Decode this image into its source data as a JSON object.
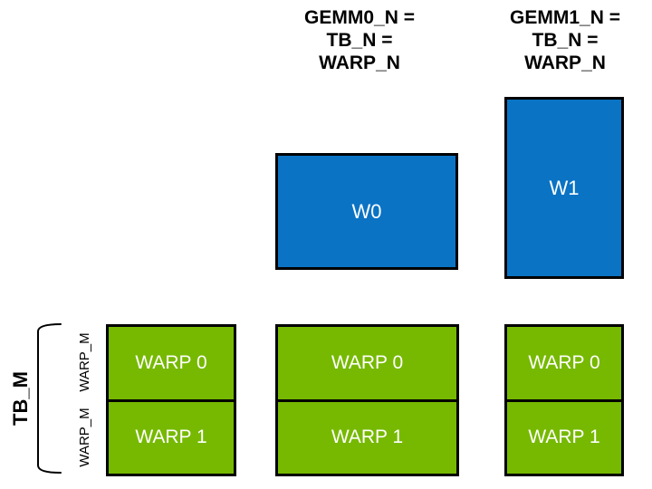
{
  "colors": {
    "blue_fill": "#0a73c4",
    "green_fill": "#76b900",
    "box_border": "#000000",
    "label_text": "#000000",
    "fill_text": "#ffffff",
    "background": "#ffffff"
  },
  "headers": {
    "gemm0": {
      "lines": [
        "GEMM0_N =",
        "TB_N =",
        "WARP_N"
      ]
    },
    "gemm1": {
      "lines": [
        "GEMM1_N =",
        "TB_N =",
        "WARP_N"
      ]
    }
  },
  "axis": {
    "tb_m": "TB_M",
    "warp_m_labels": [
      "WARP_M",
      "WARP_M"
    ]
  },
  "blue_boxes": {
    "w0": {
      "label": "W0"
    },
    "w1": {
      "label": "W1"
    }
  },
  "columns": [
    {
      "warps": [
        "WARP 0",
        "WARP 1"
      ]
    },
    {
      "warps": [
        "WARP 0",
        "WARP 1"
      ]
    },
    {
      "warps": [
        "WARP 0",
        "WARP 1"
      ]
    }
  ]
}
